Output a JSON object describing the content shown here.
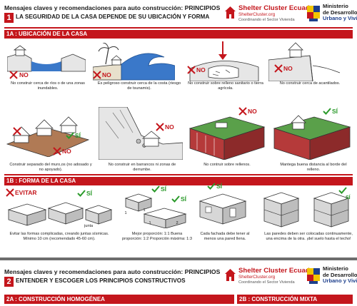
{
  "header": {
    "line1": "Mensajes claves y recomendaciones para auto construcción: PRINCIPIOS",
    "number": "1",
    "line2": "LA SEGURIDAD DE LA CASA DEPENDE DE SU UBICACIÓN Y FORMA"
  },
  "logos": {
    "shelter_title": "Shelter Cluster Ecuador",
    "shelter_url": "ShelterCluster.org",
    "shelter_sub": "Coordinando el Sector Vivienda",
    "ministry": [
      "Ministerio",
      "de Desarrollo",
      "Urbano y Vivienda"
    ]
  },
  "section_1a": {
    "title": "1A : UBICACIÓN DE LA CASA",
    "no_label": "NO",
    "si_label": "SÍ",
    "captions": {
      "river": "No construir cerca de ríos o de una zonas inundables.",
      "coast": "Es peligroso construir cerca de la costa (riesgo de tsunamis).",
      "fill": "No construir sobre relleno sanitario o tierra agrícola.",
      "cliff": "No construir cerca de acantilados.",
      "walls": "Construir separado del muro,os (no adosado y no apoyado).",
      "ravine": "No construir en barrancos ni zonas de derrumbe.",
      "refill": "No contruir sobre rellenos.",
      "distance": "Mantega buena distancia al borde del relleno."
    }
  },
  "section_1b": {
    "title": "1B : FORMA DE LA CASA",
    "avoid_label": "EVITAR",
    "si_label": "SÍ",
    "junta_label": "junta",
    "ratio_labels": [
      "1",
      "1",
      "1",
      "2"
    ],
    "captions": {
      "forms": "Evitar las formas complicadas, creando juntas sísmicas. Mínimo 10 cm (recomendado 45-60 cm).",
      "proportion": "Mejor proporción: 1:1 Buena proporción: 1:2 Proporción máxima: 1:3",
      "facade": "Cada fachada debe tener al menos una pared llena.",
      "walls": "Las paredes deben ser colocadas continuamente, una encima de la otra. ¡del suelo hasta el techo!"
    }
  },
  "page2": {
    "line1": "Mensajes claves y recomendaciones para auto construcción: PRINCIPIOS",
    "number": "2",
    "line2": "ENTENDER Y ESCOGER LOS PRINCIPIOS CONSTRUCTIVOS",
    "tab_left": "2A : CONSTRUCCIÓN HOMOGÉNEA",
    "tab_right": "2B : CONSTRUCCIÓN MIXTA"
  },
  "colors": {
    "accent_red": "#c4161c",
    "ok_green": "#2a9a2a",
    "water_blue": "#3a78c9",
    "ministry_blue": "#1d3f8c"
  }
}
